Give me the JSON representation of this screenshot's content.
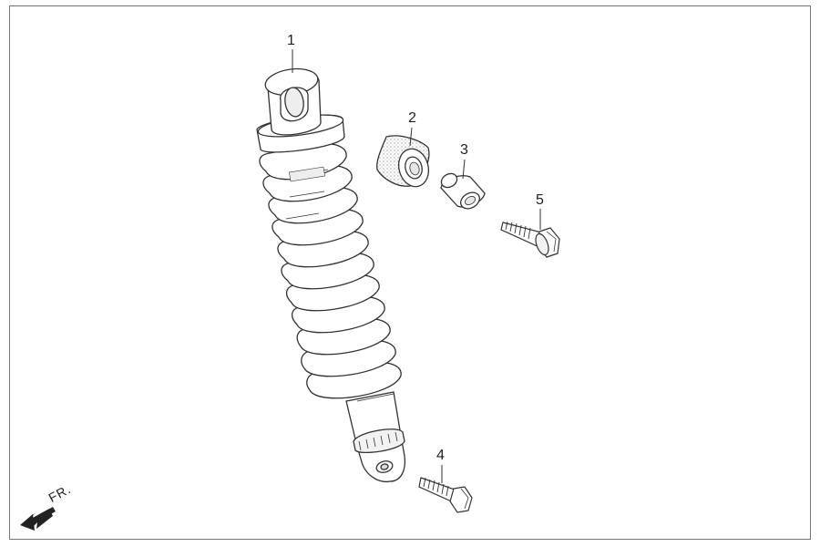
{
  "callouts": [
    {
      "id": "1",
      "label": "1"
    },
    {
      "id": "2",
      "label": "2"
    },
    {
      "id": "3",
      "label": "3"
    },
    {
      "id": "4",
      "label": "4"
    },
    {
      "id": "5",
      "label": "5"
    }
  ],
  "direction": {
    "label": "FR."
  },
  "colors": {
    "line": "#333333",
    "fill": "#ffffff",
    "shade": "#e6e6e6",
    "frame": "#777777"
  }
}
